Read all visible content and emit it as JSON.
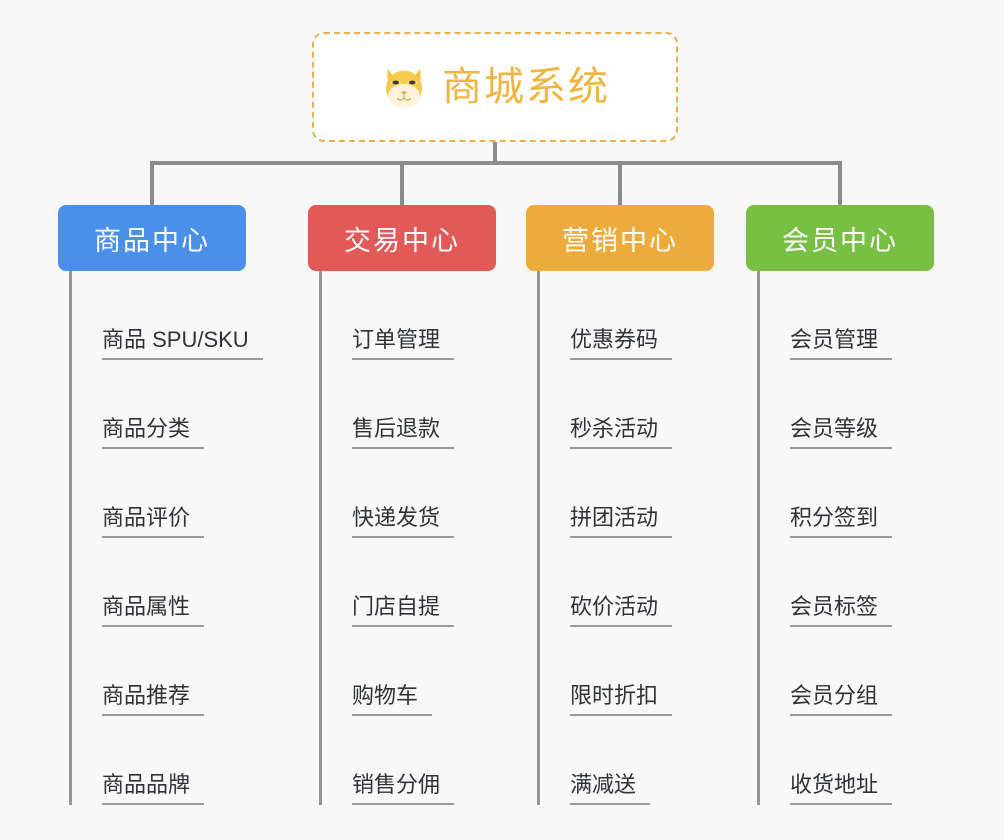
{
  "page": {
    "background": "#f8f8f9",
    "type": "org-chart"
  },
  "root": {
    "title": "商城系统",
    "icon": "shiba-dog-icon",
    "border_color": "#f0ad4e",
    "text_color": "#f0b541",
    "background": "#ffffff"
  },
  "connector": {
    "color": "#8c8c8c"
  },
  "columns": [
    {
      "id": "product-center",
      "label": "商品中心",
      "color": "#4a90e8",
      "items": [
        "商品 SPU/SKU",
        "商品分类",
        "商品评价",
        "商品属性",
        "商品推荐",
        "商品品牌"
      ]
    },
    {
      "id": "trade-center",
      "label": "交易中心",
      "color": "#e15a58",
      "items": [
        "订单管理",
        "售后退款",
        "快递发货",
        "门店自提",
        "购物车",
        "销售分佣"
      ]
    },
    {
      "id": "marketing-center",
      "label": "营销中心",
      "color": "#eeab3d",
      "items": [
        "优惠券码",
        "秒杀活动",
        "拼团活动",
        "砍价活动",
        "限时折扣",
        "满减送"
      ]
    },
    {
      "id": "member-center",
      "label": "会员中心",
      "color": "#78c044",
      "items": [
        "会员管理",
        "会员等级",
        "积分签到",
        "会员标签",
        "会员分组",
        "收货地址"
      ]
    }
  ],
  "leaf_style": {
    "text_color": "#2f3337",
    "underline_color": "#9a9a9a",
    "spine_color": "#959595"
  }
}
